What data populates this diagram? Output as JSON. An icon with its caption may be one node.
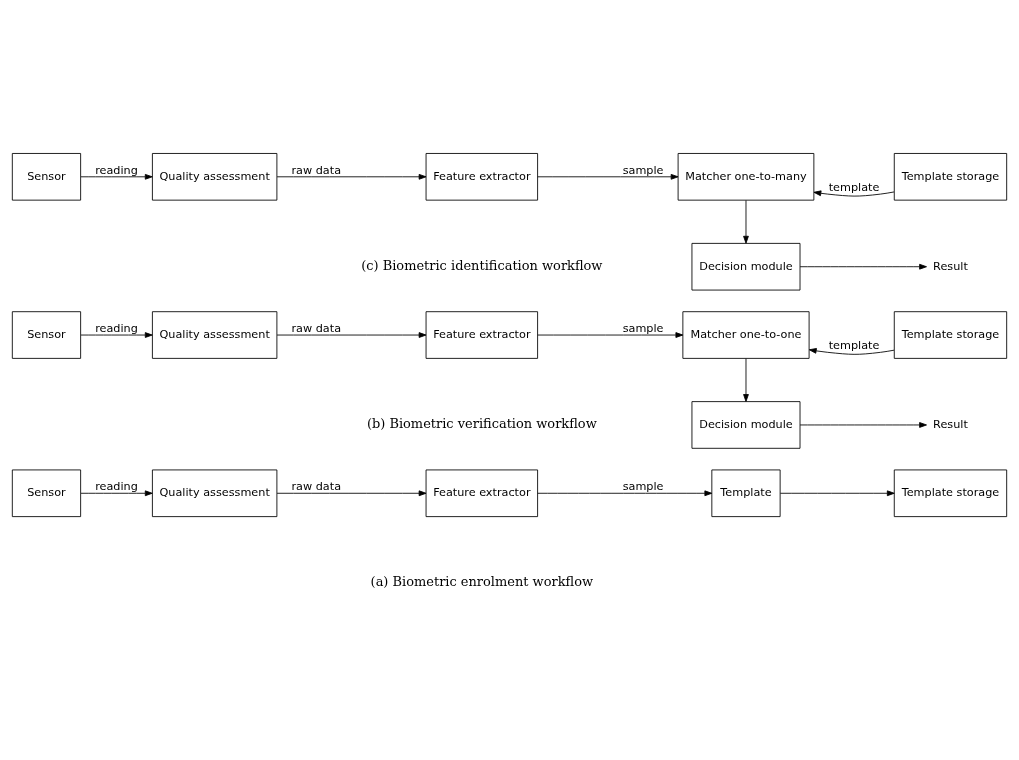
{
  "diagram": {
    "nodes": [
      {
        "text": [
          "Sensor"
        ]
      },
      {
        "text": [
          "Quality assessment"
        ]
      },
      {
        "text": [
          "Feature extractor"
        ]
      },
      {
        "text": [
          "Template"
        ]
      },
      {
        "text": [
          "Template storage"
        ]
      },
      {
        "text": [
          "Sensor"
        ]
      },
      {
        "text": [
          "Quality assessment"
        ]
      },
      {
        "text": [
          "Feature extractor"
        ]
      },
      {
        "text": [
          "Matcher one-to-one"
        ]
      },
      {
        "text": [
          "Template storage"
        ]
      },
      {
        "text": [
          "Decision module"
        ]
      },
      {
        "text": [
          "Result"
        ]
      },
      {
        "text": [
          "Sensor"
        ]
      },
      {
        "text": [
          "Quality assessment"
        ]
      },
      {
        "text": [
          "Feature extractor"
        ]
      },
      {
        "text": [
          "Matcher one-to-many"
        ]
      },
      {
        "text": [
          "Template storage"
        ]
      },
      {
        "text": [
          "Decision module"
        ]
      },
      {
        "text": [
          "Result"
        ]
      }
    ],
    "edges": [
      {
        "from": 0,
        "to": 1,
        "arrow": "to",
        "label": "reading"
      },
      {
        "from": 1,
        "to": 2,
        "arrow": "to",
        "label": "raw data"
      },
      {
        "from": 2,
        "to": 3,
        "arrow": "to",
        "label": "sample"
      },
      {
        "from": 3,
        "to": 4,
        "arrow": "to"
      },
      {
        "from": 5,
        "to": 6,
        "arrow": "to",
        "label": "reading"
      },
      {
        "from": 6,
        "to": 7,
        "arrow": "to",
        "label": "raw data"
      },
      {
        "from": 7,
        "to": 8,
        "arrow": "to",
        "label": "sample"
      },
      {
        "from": 9,
        "to": 8,
        "arrow": "to",
        "label": "template"
      },
      {
        "from": 8,
        "to": 10,
        "arrow": "to"
      },
      {
        "from": 10,
        "to": 11,
        "arrow": "to"
      },
      {
        "from": 12,
        "to": 13,
        "arrow": "to",
        "label": "reading"
      },
      {
        "from": 13,
        "to": 14,
        "arrow": "to",
        "label": "raw data"
      },
      {
        "from": 14,
        "to": 15,
        "arrow": "to",
        "label": "sample"
      },
      {
        "from": 16,
        "to": 15,
        "arrow": "to",
        "label": "template"
      },
      {
        "from": 15,
        "to": 17,
        "arrow": "to"
      },
      {
        "from": 17,
        "to": 18,
        "arrow": "to"
      }
    ],
    "labels": [
      "(a) Biometric enrolment workflow",
      "(b) Biometric verification workflow",
      "(c) Biometric identification workflow"
    ]
  }
}
